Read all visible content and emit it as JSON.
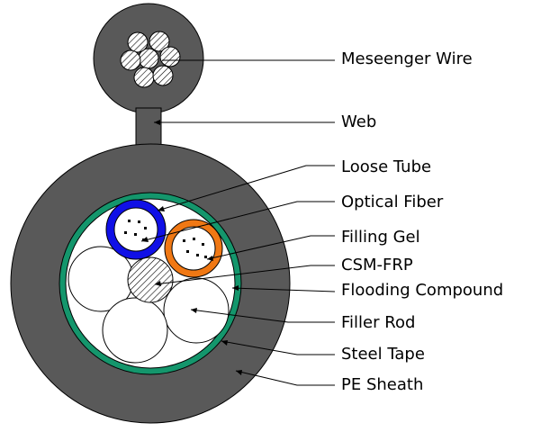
{
  "labels": [
    "Meseenger Wire",
    "Web",
    "Loose Tube",
    "Optical Fiber",
    "Filling Gel",
    "CSM-FRP",
    "Flooding Compound",
    "Filler Rod",
    "Steel Tape",
    "PE Sheath"
  ],
  "colors": {
    "sheath": "#595959",
    "steel_tape": "#14966c",
    "loose_tube_blue": "#1010e6",
    "loose_tube_orange": "#f07814",
    "gel": "#ffffff",
    "outline": "#000000"
  }
}
